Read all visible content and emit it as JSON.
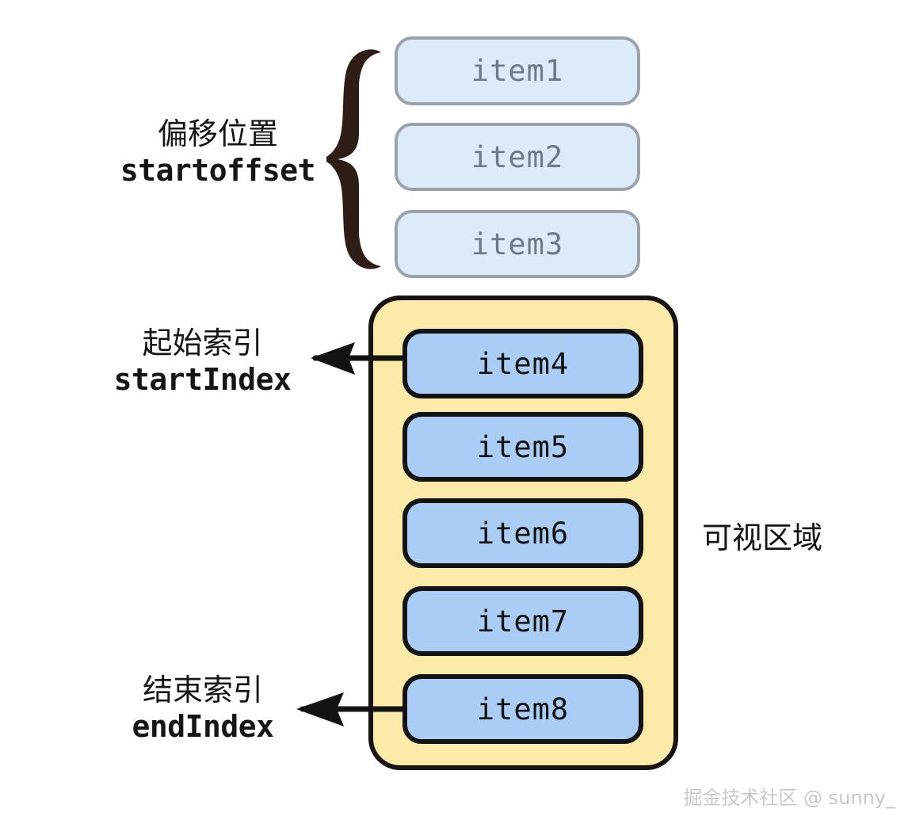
{
  "diagram": {
    "title": "virtual-list-windowing-diagram",
    "colors": {
      "viewport_fill": "#fbeaa8",
      "viewport_stroke": "#161310",
      "active_item_fill": "#a9cdf4",
      "active_item_stroke": "#131313",
      "faded_item_fill": "#dceafa",
      "faded_item_stroke": "#9aa3ab",
      "faded_item_text": "#6e7a88",
      "brace_color": "#2e1d14",
      "arrow_color": "#121212",
      "watermark_color": "#c9c9c9"
    }
  },
  "faded_items": [
    {
      "label": "item1"
    },
    {
      "label": "item2"
    },
    {
      "label": "item3"
    }
  ],
  "active_items": [
    {
      "label": "item4"
    },
    {
      "label": "item5"
    },
    {
      "label": "item6"
    },
    {
      "label": "item7"
    },
    {
      "label": "item8"
    }
  ],
  "labels": {
    "startoffset": {
      "cn": "偏移位置",
      "en": "startoffset"
    },
    "start_index": {
      "cn": "起始索引",
      "en": "startIndex"
    },
    "end_index": {
      "cn": "结束索引",
      "en": "endIndex"
    },
    "viewport": {
      "cn": "可视区域"
    }
  },
  "annotations": {
    "brace": "curly-brace-left",
    "start_index_arrow": "arrow-pointing-left",
    "end_index_arrow": "arrow-pointing-left"
  },
  "watermark": {
    "text": "掘金技术社区 @ sunny_"
  }
}
